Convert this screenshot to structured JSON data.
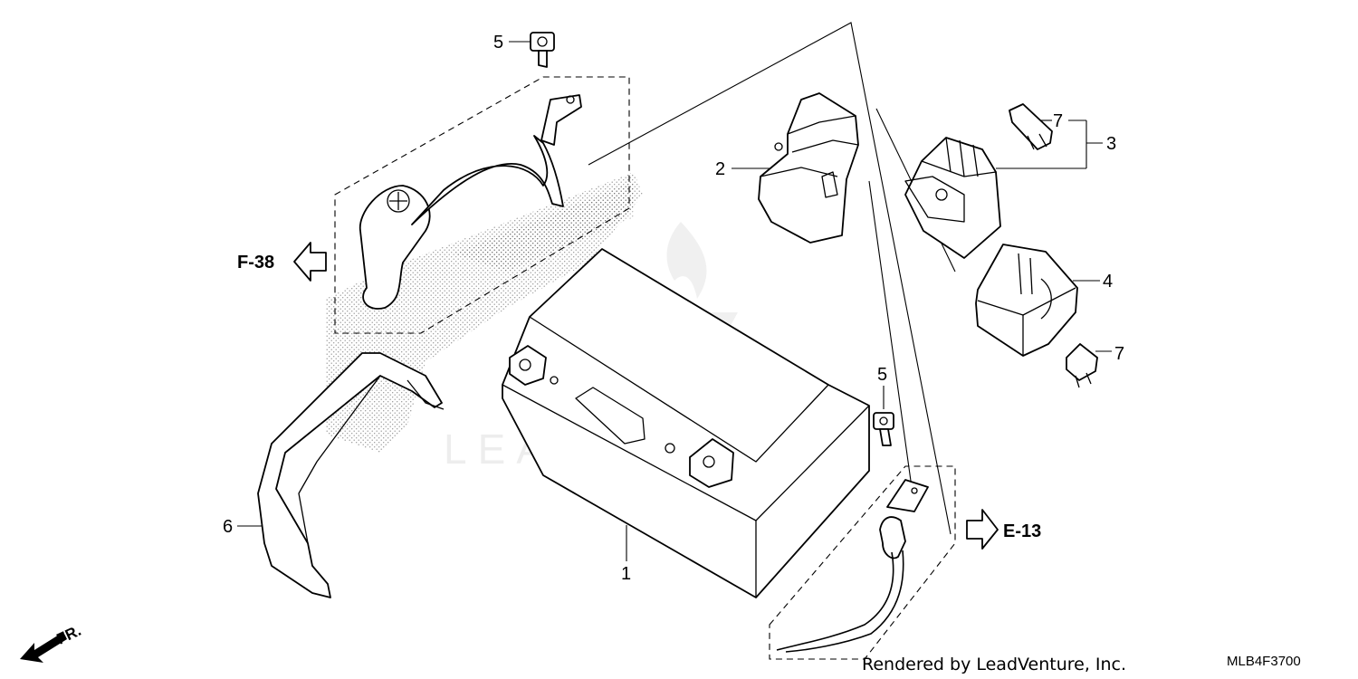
{
  "callouts": {
    "battery": "1",
    "cover": "2",
    "relay_a": "3",
    "relay_b": "4",
    "bolt_top": "5",
    "bolt_mid": "5",
    "band": "6",
    "fuse_top": "7",
    "fuse_bottom": "7"
  },
  "references": {
    "left": "F-38",
    "right": "E-13",
    "front": "FR."
  },
  "footer": {
    "credit": "Rendered by LeadVenture, Inc.",
    "code": "MLB4F3700"
  },
  "watermark": {
    "text": "LEADVENTURE"
  }
}
